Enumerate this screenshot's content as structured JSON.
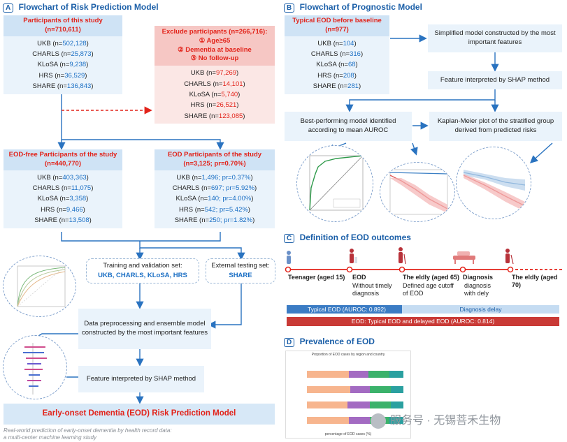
{
  "panelA": {
    "tag": "A",
    "title": "Flowchart of Risk Prediction Model",
    "participants": {
      "title": "Participants of this study",
      "n": "(n=710,611)",
      "rows": [
        {
          "name": "UKB",
          "val": "502,128"
        },
        {
          "name": "CHARLS",
          "val": "25,873"
        },
        {
          "name": "KLoSA",
          "val": "9,238"
        },
        {
          "name": "HRS",
          "val": "36,529"
        },
        {
          "name": "SHARE",
          "val": "136,843"
        }
      ]
    },
    "exclude": {
      "title": "Exclude participants (n=266,716):",
      "reasons": [
        "① Age≥65",
        "② Dementia at baseline",
        "③ No follow-up"
      ],
      "rows": [
        {
          "name": "UKB",
          "val": "97,269"
        },
        {
          "name": "CHARLS",
          "val": "14,101"
        },
        {
          "name": "KLoSA",
          "val": "5,740"
        },
        {
          "name": "HRS",
          "val": "26,521"
        },
        {
          "name": "SHARE",
          "val": "123,085"
        }
      ]
    },
    "eodfree": {
      "title": "EOD-free Participants of the study",
      "n": "(n=440,770)",
      "rows": [
        {
          "name": "UKB",
          "val": "403,363"
        },
        {
          "name": "CHARLS",
          "val": "11,075"
        },
        {
          "name": "KLoSA",
          "val": "3,358"
        },
        {
          "name": "HRS",
          "val": "9,466"
        },
        {
          "name": "SHARE",
          "val": "13,508"
        }
      ]
    },
    "eod": {
      "title": "EOD Participants of the study",
      "n": "(n=3,125; pr=0.70%)",
      "rows": [
        {
          "name": "UKB",
          "val": "1,496; pr=0.37%"
        },
        {
          "name": "CHARLS",
          "val": "697; pr=5.92%"
        },
        {
          "name": "KLoSA",
          "val": "140; pr=4.00%"
        },
        {
          "name": "HRS",
          "val": "542; pr=5.42%"
        },
        {
          "name": "SHARE",
          "val": "250; pr=1.82%"
        }
      ]
    },
    "training": {
      "line1": "Training and validation set:",
      "line2": "UKB, CHARLS, KLoSA, HRS"
    },
    "external": {
      "line1": "External testing set:",
      "line2": "SHARE"
    },
    "preprocess": "Data preprocessing and ensemble model constructed by the most important features",
    "shap": "Feature interpreted by SHAP method",
    "final": "Early-onset Dementia (EOD) Risk Prediction Model",
    "caption1": "Real-world prediction of early-onset dementia by health record data:",
    "caption2": "a multi-center machine learning study"
  },
  "panelB": {
    "tag": "B",
    "title": "Flowchart of Prognostic Model",
    "typical": {
      "title": "Typical EOD before baseline",
      "n": "(n=977)",
      "rows": [
        {
          "name": "UKB",
          "val": "104"
        },
        {
          "name": "CHARLS",
          "val": "316"
        },
        {
          "name": "KLoSA",
          "val": "68"
        },
        {
          "name": "HRS",
          "val": "208"
        },
        {
          "name": "SHARE",
          "val": "281"
        }
      ]
    },
    "simplified": "Simplified model constructed by the most important features",
    "shap": "Feature interpreted by SHAP method",
    "best": "Best-performing model identified according to mean AUROC",
    "km": "Kaplan-Meier plot of the stratified group derived from predicted risks"
  },
  "panelC": {
    "tag": "C",
    "title": "Definition of EOD outcomes",
    "stages": [
      {
        "label": "Teenager (aged 15)",
        "sub": ""
      },
      {
        "label": "EOD",
        "sub": "Without timely\ndiagnosis"
      },
      {
        "label": "The eldly (aged 65)",
        "sub": "Defined age cutoff\nof EOD"
      },
      {
        "label": "Diagnosis",
        "sub": "diagnosis\nwith dely"
      },
      {
        "label": "The eldly (aged 70)",
        "sub": ""
      }
    ],
    "bar1": "Typical EOD (AUROC: 0.892)",
    "bar1b": "Diagnosis delay",
    "bar2": "EOD: Typical EOD and delayed EOD (AUROC: 0.814)"
  },
  "panelD": {
    "tag": "D",
    "title": "Prevalence of EOD",
    "chart_title": "Proportion of EOD cases by region and country",
    "xlabel": "percentage of EOD cases (%)"
  },
  "watermark": "服务号 · 无锡菩禾生物",
  "colors": {
    "accent": "#1b5fa8",
    "red": "#e2231a",
    "boxLight": "#eaf3fb",
    "boxHead": "#cfe3f5"
  }
}
